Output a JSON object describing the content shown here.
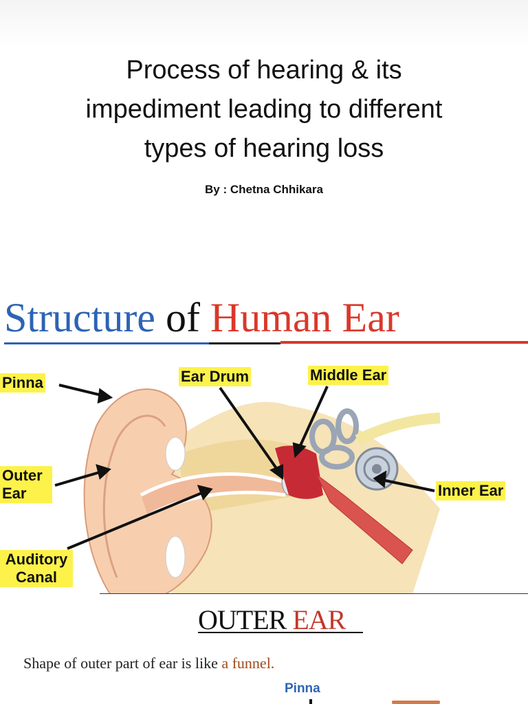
{
  "slide1": {
    "title_lines": [
      "Process of hearing & its",
      "impediment leading to different",
      "types of hearing loss"
    ],
    "byline": "By : Chetna Chhikara"
  },
  "slide2": {
    "title": {
      "part1": "Structure",
      "part2": "of",
      "part3": "Human Ear"
    },
    "labels": {
      "pinna": "Pinna",
      "ear_drum": "Ear Drum",
      "middle_ear": "Middle Ear",
      "outer_ear": "Outer Ear",
      "inner_ear": "Inner Ear",
      "auditory_canal": "Auditory Canal"
    },
    "colors": {
      "title_blue": "#2d63b5",
      "title_red": "#d9382b",
      "label_bg": "#fdf24a"
    }
  },
  "slide3": {
    "title": {
      "part1": "OUTER",
      "part2": "EAR"
    },
    "text_before": "Shape of outer part of ear is like ",
    "text_highlight": "a funnel.",
    "label_pinna": "Pinna"
  }
}
